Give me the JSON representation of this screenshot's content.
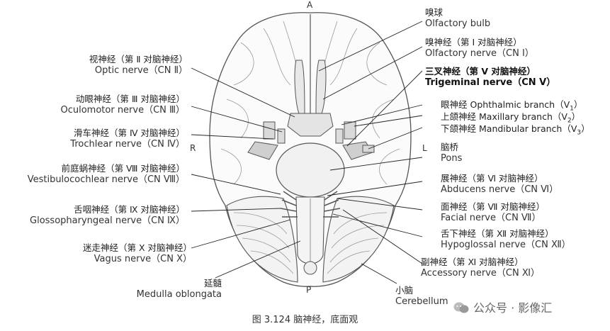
{
  "orientation": {
    "top": "A",
    "bottom": "P",
    "left": "R",
    "right": "L"
  },
  "caption": "图 3.124   脑神经，底面观",
  "watermark": "公众号 · 影像汇",
  "labels": {
    "olfactory_bulb": {
      "zh": "嗅球",
      "en": "Olfactory bulb"
    },
    "olfactory_nerve": {
      "zh": "嗅神经（第 Ⅰ 对脑神经）",
      "en": "Olfactory nerve（CN Ⅰ）"
    },
    "trigeminal_nerve": {
      "zh": "三叉神经（第 Ⅴ 对脑神经）",
      "en": "Trigeminal nerve（CN Ⅴ）"
    },
    "ophthalmic_branch": {
      "zh": "眼神经",
      "en": "Ophthalmic branch（V",
      "sub": "1",
      "end": "）"
    },
    "maxillary_branch": {
      "zh": "上颌神经",
      "en": "Maxillary branch（V",
      "sub": "2",
      "end": "）"
    },
    "mandibular_branch": {
      "zh": "下颌神经",
      "en": "Mandibular branch（V",
      "sub": "3",
      "end": "）"
    },
    "pons": {
      "zh": "脑桥",
      "en": "Pons"
    },
    "abducens_nerve": {
      "zh": "展神经（第 Ⅵ 对脑神经）",
      "en": "Abducens nerve（CN Ⅵ）"
    },
    "facial_nerve": {
      "zh": "面神经（第 Ⅶ 对脑神经）",
      "en": "Facial nerve（CN Ⅶ）"
    },
    "hypoglossal_nerve": {
      "zh": "舌下神经（第 Ⅻ 对脑神经）",
      "en": "Hypoglossal nerve（CN Ⅻ）"
    },
    "accessory_nerve": {
      "zh": "副神经（第 Ⅺ 对脑神经）",
      "en": "Accessory nerve（CN Ⅺ）"
    },
    "cerebellum": {
      "zh": "小脑",
      "en": "Cerebellum"
    },
    "optic_nerve": {
      "zh": "视神经（第 Ⅱ 对脑神经）",
      "en": "Optic nerve（CN Ⅱ）"
    },
    "oculomotor_nerve": {
      "zh": "动眼神经（第 Ⅲ 对脑神经）",
      "en": "Oculomotor nerve（CN Ⅲ）"
    },
    "trochlear_nerve": {
      "zh": "滑车神经（第 Ⅳ 对脑神经）",
      "en": "Trochlear nerve（CN Ⅳ）"
    },
    "vestibulocochlear_nerve": {
      "zh": "前庭蜗神经（第 Ⅷ 对脑神经）",
      "en": "Vestibulocochlear nerve（CN Ⅷ）"
    },
    "glossopharyngeal_nerve": {
      "zh": "舌咽神经（第 Ⅸ 对脑神经）",
      "en": "Glossopharyngeal nerve（CN Ⅸ）"
    },
    "vagus_nerve": {
      "zh": "迷走神经（第 Ⅹ 对脑神经）",
      "en": "Vagus nerve（CN Ⅹ）"
    },
    "medulla_oblongata": {
      "zh": "延髓",
      "en": "Medulla oblongata"
    }
  }
}
